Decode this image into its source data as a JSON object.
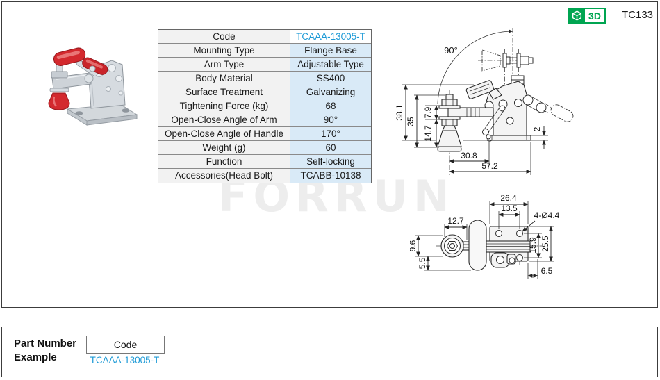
{
  "header": {
    "badge_3d_label": "3D",
    "page_code": "TC133",
    "badge_green": "#00a551"
  },
  "watermark": "FORRUN",
  "colors": {
    "accent_blue": "#1d9ad6",
    "table_value_bg": "#d9eaf7",
    "table_label_bg": "#f2f2f2"
  },
  "spec_table": {
    "rows": [
      {
        "label": "Code",
        "value": "TCAAA-13005-T"
      },
      {
        "label": "Mounting Type",
        "value": "Flange Base"
      },
      {
        "label": "Arm Type",
        "value": "Adjustable Type"
      },
      {
        "label": "Body Material",
        "value": "SS400"
      },
      {
        "label": "Surface Treatment",
        "value": "Galvanizing"
      },
      {
        "label": "Tightening Force (kg)",
        "value": "68"
      },
      {
        "label": "Open-Close Angle of Arm",
        "value": "90°"
      },
      {
        "label": "Open-Close Angle of Handle",
        "value": "170°"
      },
      {
        "label": "Weight (g)",
        "value": "60"
      },
      {
        "label": "Function",
        "value": "Self-locking"
      },
      {
        "label": "Accessories(Head Bolt)",
        "value": "TCABB-10138"
      }
    ]
  },
  "side_view": {
    "angle": "90°",
    "dims": {
      "overall_height": "38.1",
      "height_35": "35",
      "height_14_7": "14.7",
      "height_7_9": "7.9",
      "base_thickness": "2",
      "arm_reach": "30.8",
      "overall_length": "57.2"
    }
  },
  "top_view": {
    "dims": {
      "base_width": "26.4",
      "hole_pitch_x": "13.5",
      "holes": "4-Ø4.4",
      "knob_dia": "12.7",
      "width_9_6": "9.6",
      "offset_5_5": "5.5",
      "hole_pitch_y": "15.9",
      "base_depth": "25.5",
      "edge_6_5": "6.5"
    }
  },
  "part_number_example": {
    "title_line1": "Part Number",
    "title_line2": "Example",
    "code_box_label": "Code",
    "example_code": "TCAAA-13005-T"
  }
}
